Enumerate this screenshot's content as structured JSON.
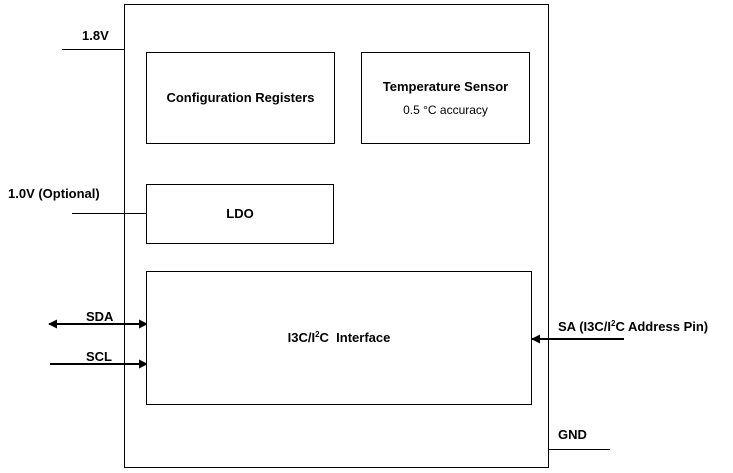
{
  "pins": {
    "vdd": "1.8V",
    "vdd_opt": "1.0V (Optional)",
    "sda": "SDA",
    "scl": "SCL",
    "sa_prefix": "SA (I3C/I",
    "sa_sup": "2",
    "sa_suffix": "C Address Pin)",
    "gnd": "GND"
  },
  "blocks": {
    "config": {
      "title": "Configuration Registers"
    },
    "temp": {
      "title": "Temperature Sensor",
      "subtitle": "0.5 °C accuracy"
    },
    "ldo": {
      "title": "LDO"
    },
    "interface": {
      "prefix": "I3C/I",
      "sup": "2",
      "suffix": "C  Interface"
    }
  }
}
